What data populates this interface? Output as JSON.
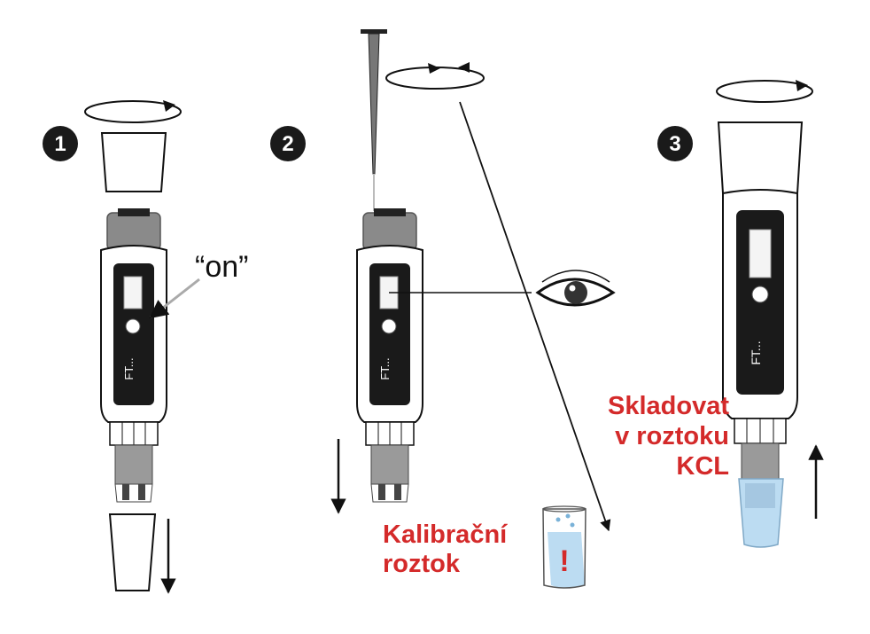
{
  "steps": [
    {
      "number": "1",
      "annotation": "“on”"
    },
    {
      "number": "2"
    },
    {
      "number": "3"
    }
  ],
  "device": {
    "model_text": "FT..."
  },
  "labels": {
    "calibration_line1": "Kalibrační",
    "calibration_line2": "roztok",
    "storage_line1": "Skladovat",
    "storage_line2": "v roztoku",
    "storage_line3": "KCL",
    "warning_mark": "!"
  },
  "colors": {
    "step_badge": "#1a1a1a",
    "highlight_text": "#d42a2a",
    "cap_gray": "#8a8a8a",
    "liquid": "#bcdcf2",
    "line": "#111111"
  },
  "icons": [
    "rotate-icon",
    "down-arrow-icon",
    "up-arrow-icon",
    "eye-icon",
    "pipette-icon",
    "power-button-icon"
  ]
}
